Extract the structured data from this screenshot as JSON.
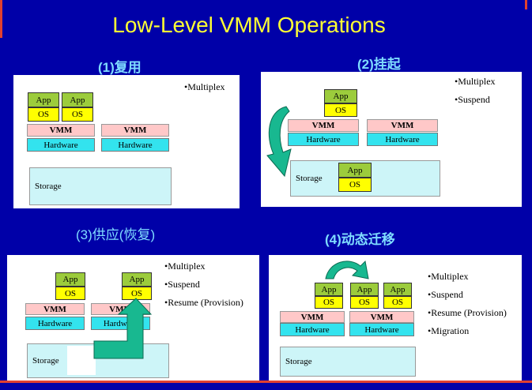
{
  "title": "Low-Level VMM Operations",
  "panels": [
    {
      "label": "(1)复用",
      "bullets": [
        "•Multiplex"
      ],
      "app": "App",
      "os": "OS",
      "vmm": "VMM",
      "hardware": "Hardware",
      "storage": "Storage"
    },
    {
      "label": "(2)挂起",
      "bullets": [
        "•Multiplex",
        "•Suspend"
      ],
      "app": "App",
      "os": "OS",
      "vmm": "VMM",
      "hardware": "Hardware",
      "storage": "Storage"
    },
    {
      "label": "(3)供应(恢复)",
      "bullets": [
        "•Multiplex",
        "•Suspend",
        "•Resume (Provision)"
      ],
      "app": "App",
      "os": "OS",
      "vmm": "VMM",
      "hardware": "Hardware",
      "storage": "Storage"
    },
    {
      "label": "(4)动态迁移",
      "bullets": [
        "•Multiplex",
        "•Suspend",
        "•Resume (Provision)",
        "•Migration"
      ],
      "app": "App",
      "os": "OS",
      "vmm": "VMM",
      "hardware": "Hardware",
      "storage": "Storage"
    }
  ]
}
